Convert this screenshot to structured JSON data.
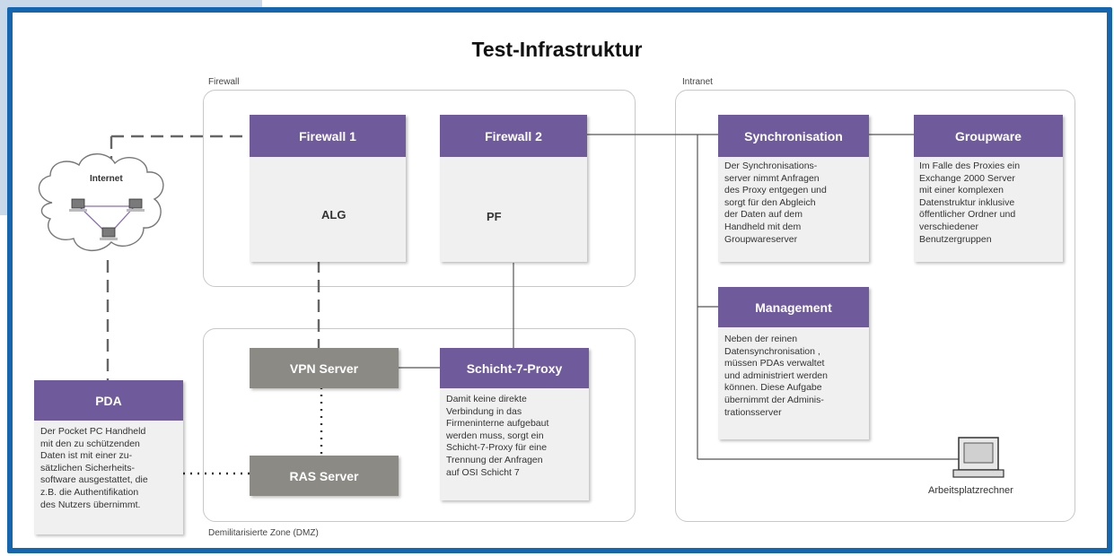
{
  "title": "Test-Infrastruktur",
  "zones": {
    "firewall": "Firewall",
    "intranet": "Intranet",
    "dmz": "Demilitarisierte Zone (DMZ)"
  },
  "internet": {
    "label": "Internet"
  },
  "firewall1": {
    "label": "Firewall 1",
    "tag": "ALG"
  },
  "firewall2": {
    "label": "Firewall 2",
    "tag": "PF"
  },
  "sync": {
    "label": "Synchronisation",
    "lines": [
      "Der Synchronisations-",
      "server nimmt Anfragen",
      "des Proxy entgegen und",
      "sorgt für den Abgleich",
      "der Daten auf dem",
      "Handheld mit dem",
      "Groupwareserver"
    ]
  },
  "groupware": {
    "label": "Groupware",
    "lines": [
      "Im Falle des Proxies ein",
      "Exchange 2000 Server",
      "mit einer komplexen",
      "Datenstruktur inklusive",
      "öffentlicher Ordner und",
      "verschiedener",
      "Benutzergruppen"
    ]
  },
  "management": {
    "label": "Management",
    "lines": [
      "Neben der  reinen",
      "Datensynchronisation ,",
      "müssen PDAs verwaltet",
      "und administriert werden",
      "können. Diese Aufgabe",
      "übernimmt der Adminis-",
      "trationsserver"
    ]
  },
  "vpn": {
    "label": "VPN Server"
  },
  "ras": {
    "label": "RAS Server"
  },
  "proxy": {
    "label": "Schicht-7-Proxy",
    "lines": [
      "Damit keine direkte",
      "Verbindung in das",
      "Firmeninterne aufgebaut",
      "werden muss, sorgt ein",
      "Schicht-7-Proxy für eine",
      "Trennung der Anfragen",
      "auf OSI Schicht 7"
    ]
  },
  "pda": {
    "label": "PDA",
    "lines": [
      "Der Pocket PC Handheld",
      "mit den zu schützenden",
      "Daten ist mit einer zu-",
      "sätzlichen Sicherheits-",
      "software ausgestattet, die",
      "z.B. die Authentifikation",
      "des Nutzers übernimmt."
    ]
  },
  "workstation": {
    "label": "Arbeitsplatzrechner"
  },
  "colors": {
    "frame": "#1566b0",
    "purple": "#6f5b9c",
    "gray": "#8c8a84",
    "accent": "#c9d9ea"
  }
}
